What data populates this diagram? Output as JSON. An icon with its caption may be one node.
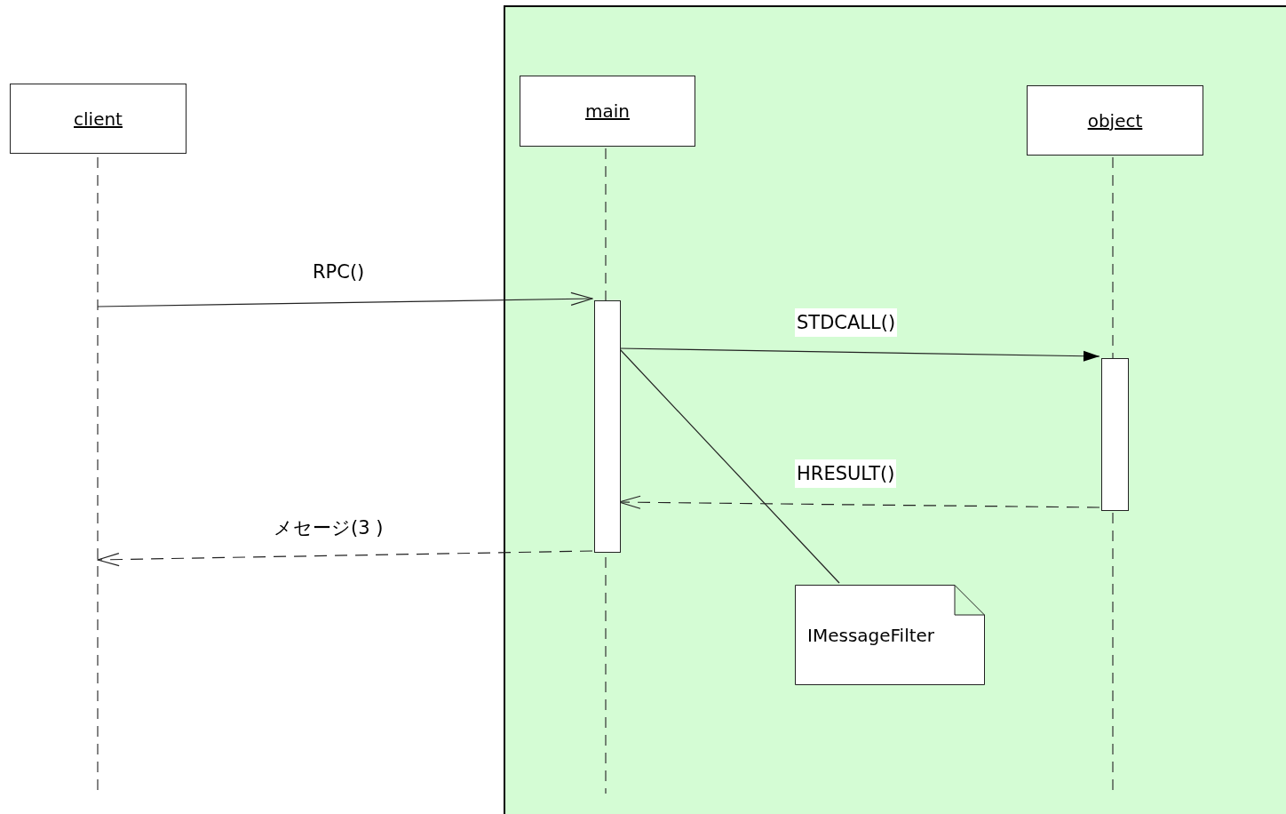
{
  "diagram": {
    "nodes": [
      {
        "text": [],
        "shape": "box"
      },
      {
        "text": [
          "client"
        ]
      },
      {
        "text": [
          "main"
        ],
        "in": 0
      },
      {
        "text": [
          "object"
        ],
        "in": 0
      },
      {
        "text": [],
        "shape": "bar",
        "in": 0
      },
      {
        "text": [],
        "shape": "bar",
        "in": 0
      },
      {
        "text": [
          "IMessageFilter"
        ],
        "in": 0
      }
    ],
    "edges": [
      {
        "from": null,
        "to": 4,
        "arrow": "to",
        "label": "RPC()"
      },
      {
        "from": 4,
        "to": 5,
        "arrow": "to",
        "label": "STDCALL()"
      },
      {
        "from": 5,
        "to": 4,
        "arrow": "to",
        "label": "HRESULT()",
        "style": "dashed"
      },
      {
        "from": 4,
        "to": null,
        "arrow": "to",
        "label": "メセージ(3 )",
        "style": "dashed"
      },
      {
        "from": 6,
        "to": 4,
        "arrow": "none"
      }
    ]
  }
}
